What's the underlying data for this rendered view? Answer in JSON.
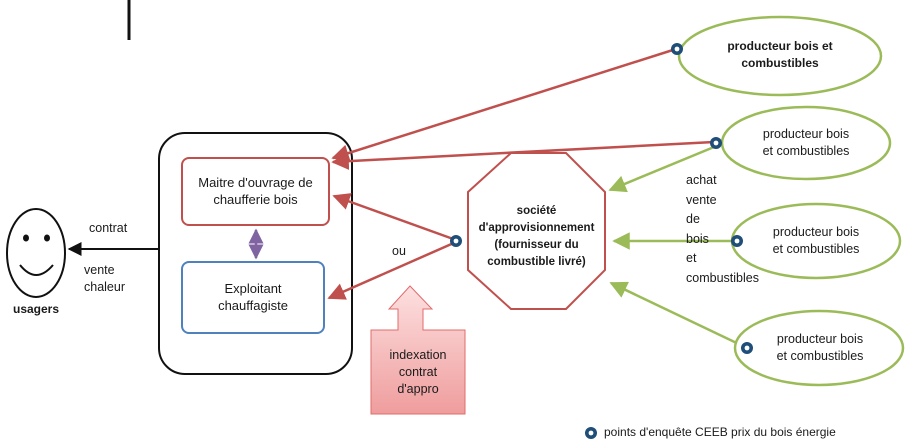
{
  "actors": {
    "usagers": "usagers",
    "maitre_ouvrage": "Maitre d'ouvrage de\nchaufferie bois",
    "exploitant": "Exploitant\nchauffagiste",
    "societe": "société\nd'approvisionnement\n(fournisseur du\ncombustible livré)",
    "producteurs": [
      "producteur bois et\ncombustibles",
      "producteur bois\net combustibles",
      "producteur bois\net combustibles",
      "producteur bois\net combustibles"
    ]
  },
  "flows": {
    "contrat": "contrat",
    "vente_chaleur": "vente\nchaleur",
    "ou": "ou",
    "achat_vente": "achat\nvente\nde\nbois\net\ncombustibles",
    "indexation": "indexation\ncontrat\nd'appro"
  },
  "legend": {
    "survey_points": "points d'enquête CEEB prix du bois énergie"
  },
  "colors": {
    "red_arrow": "#c0504d",
    "green": "#9bbb59",
    "blue_box": "#4f81bd",
    "purple_arrow": "#8064a2",
    "survey_dot": "#1f4e79",
    "indexation_fill": "#f2a7a7"
  }
}
